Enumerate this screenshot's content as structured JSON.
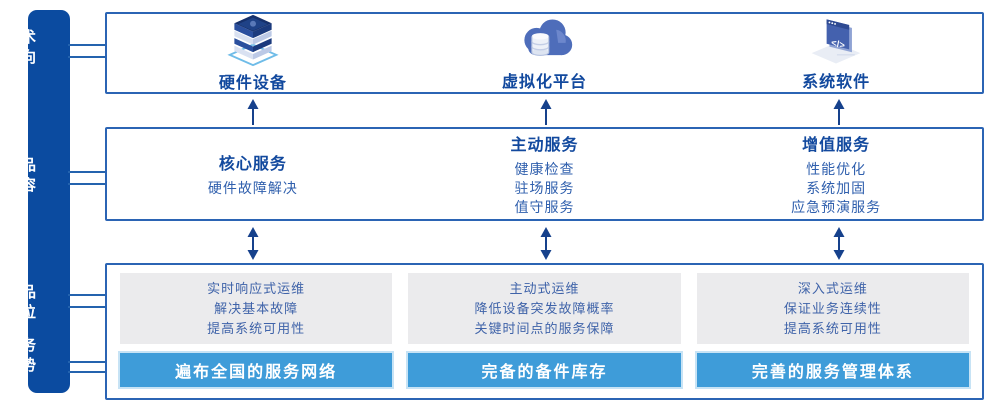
{
  "colors": {
    "sidebar_bg": "#0B4BA0",
    "box_border": "#2B64B4",
    "heading_blue": "#12499E",
    "body_blue": "#2F5FAD",
    "panel_gray": "#EBEBED",
    "advantage_bar_blue": "#3E9CD9",
    "arrow_blue": "#16418C"
  },
  "sidebar": {
    "items": [
      {
        "label": "技术\n方向"
      },
      {
        "label": "产品\n内容"
      },
      {
        "label": "产品\n定位"
      },
      {
        "label": "服务\n优势"
      }
    ]
  },
  "tech_row": {
    "items": [
      {
        "icon": "server-stack-icon",
        "label": "硬件设备"
      },
      {
        "icon": "cloud-database-icon",
        "label": "虚拟化平台"
      },
      {
        "icon": "code-window-icon",
        "label": "系统软件"
      }
    ]
  },
  "content_row": {
    "columns": [
      {
        "title": "核心服务",
        "items": [
          "硬件故障解决"
        ]
      },
      {
        "title": "主动服务",
        "items": [
          "健康检查",
          "驻场服务",
          "值守服务"
        ]
      },
      {
        "title": "增值服务",
        "items": [
          "性能优化",
          "系统加固",
          "应急预演服务"
        ]
      }
    ]
  },
  "position_row": {
    "columns": [
      {
        "lines": [
          "实时响应式运维",
          "解决基本故障",
          "提高系统可用性"
        ],
        "advantage": "遍布全国的服务网络"
      },
      {
        "lines": [
          "主动式运维",
          "降低设备突发故障概率",
          "关键时间点的服务保障"
        ],
        "advantage": "完备的备件库存"
      },
      {
        "lines": [
          "深入式运维",
          "保证业务连续性",
          "提高系统可用性"
        ],
        "advantage": "完善的服务管理体系"
      }
    ]
  }
}
